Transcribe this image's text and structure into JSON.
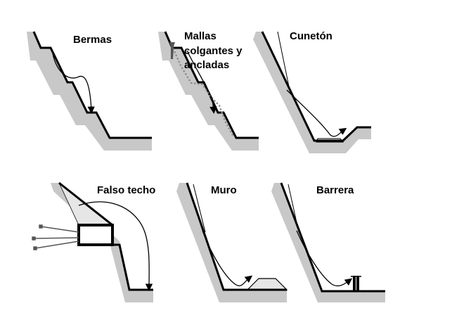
{
  "panels": [
    {
      "id": "bermas",
      "label_lines": [
        "Bermas"
      ]
    },
    {
      "id": "mallas",
      "label_lines": [
        "Mallas",
        "colgantes y",
        "ancladas"
      ]
    },
    {
      "id": "cuneton",
      "label_lines": [
        "Cunetón"
      ]
    },
    {
      "id": "falso-techo",
      "label_lines": [
        "Falso techo"
      ]
    },
    {
      "id": "muro",
      "label_lines": [
        "Muro"
      ]
    },
    {
      "id": "barrera",
      "label_lines": [
        "Barrera"
      ]
    }
  ],
  "colors": {
    "ground_shadow": "#c8c8c8",
    "line": "#000000",
    "fill_light": "#e6e6e6"
  }
}
